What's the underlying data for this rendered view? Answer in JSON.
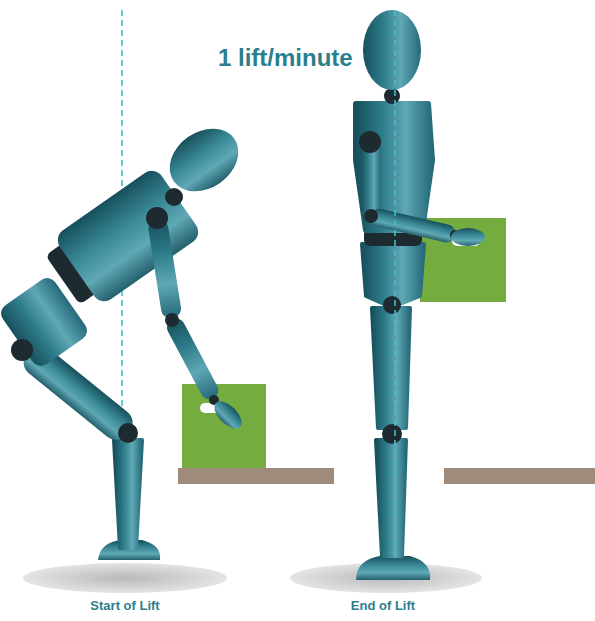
{
  "diagram": {
    "labels": [
      "1 lift/minute",
      "Start of Lift",
      "End of Lift"
    ]
  }
}
